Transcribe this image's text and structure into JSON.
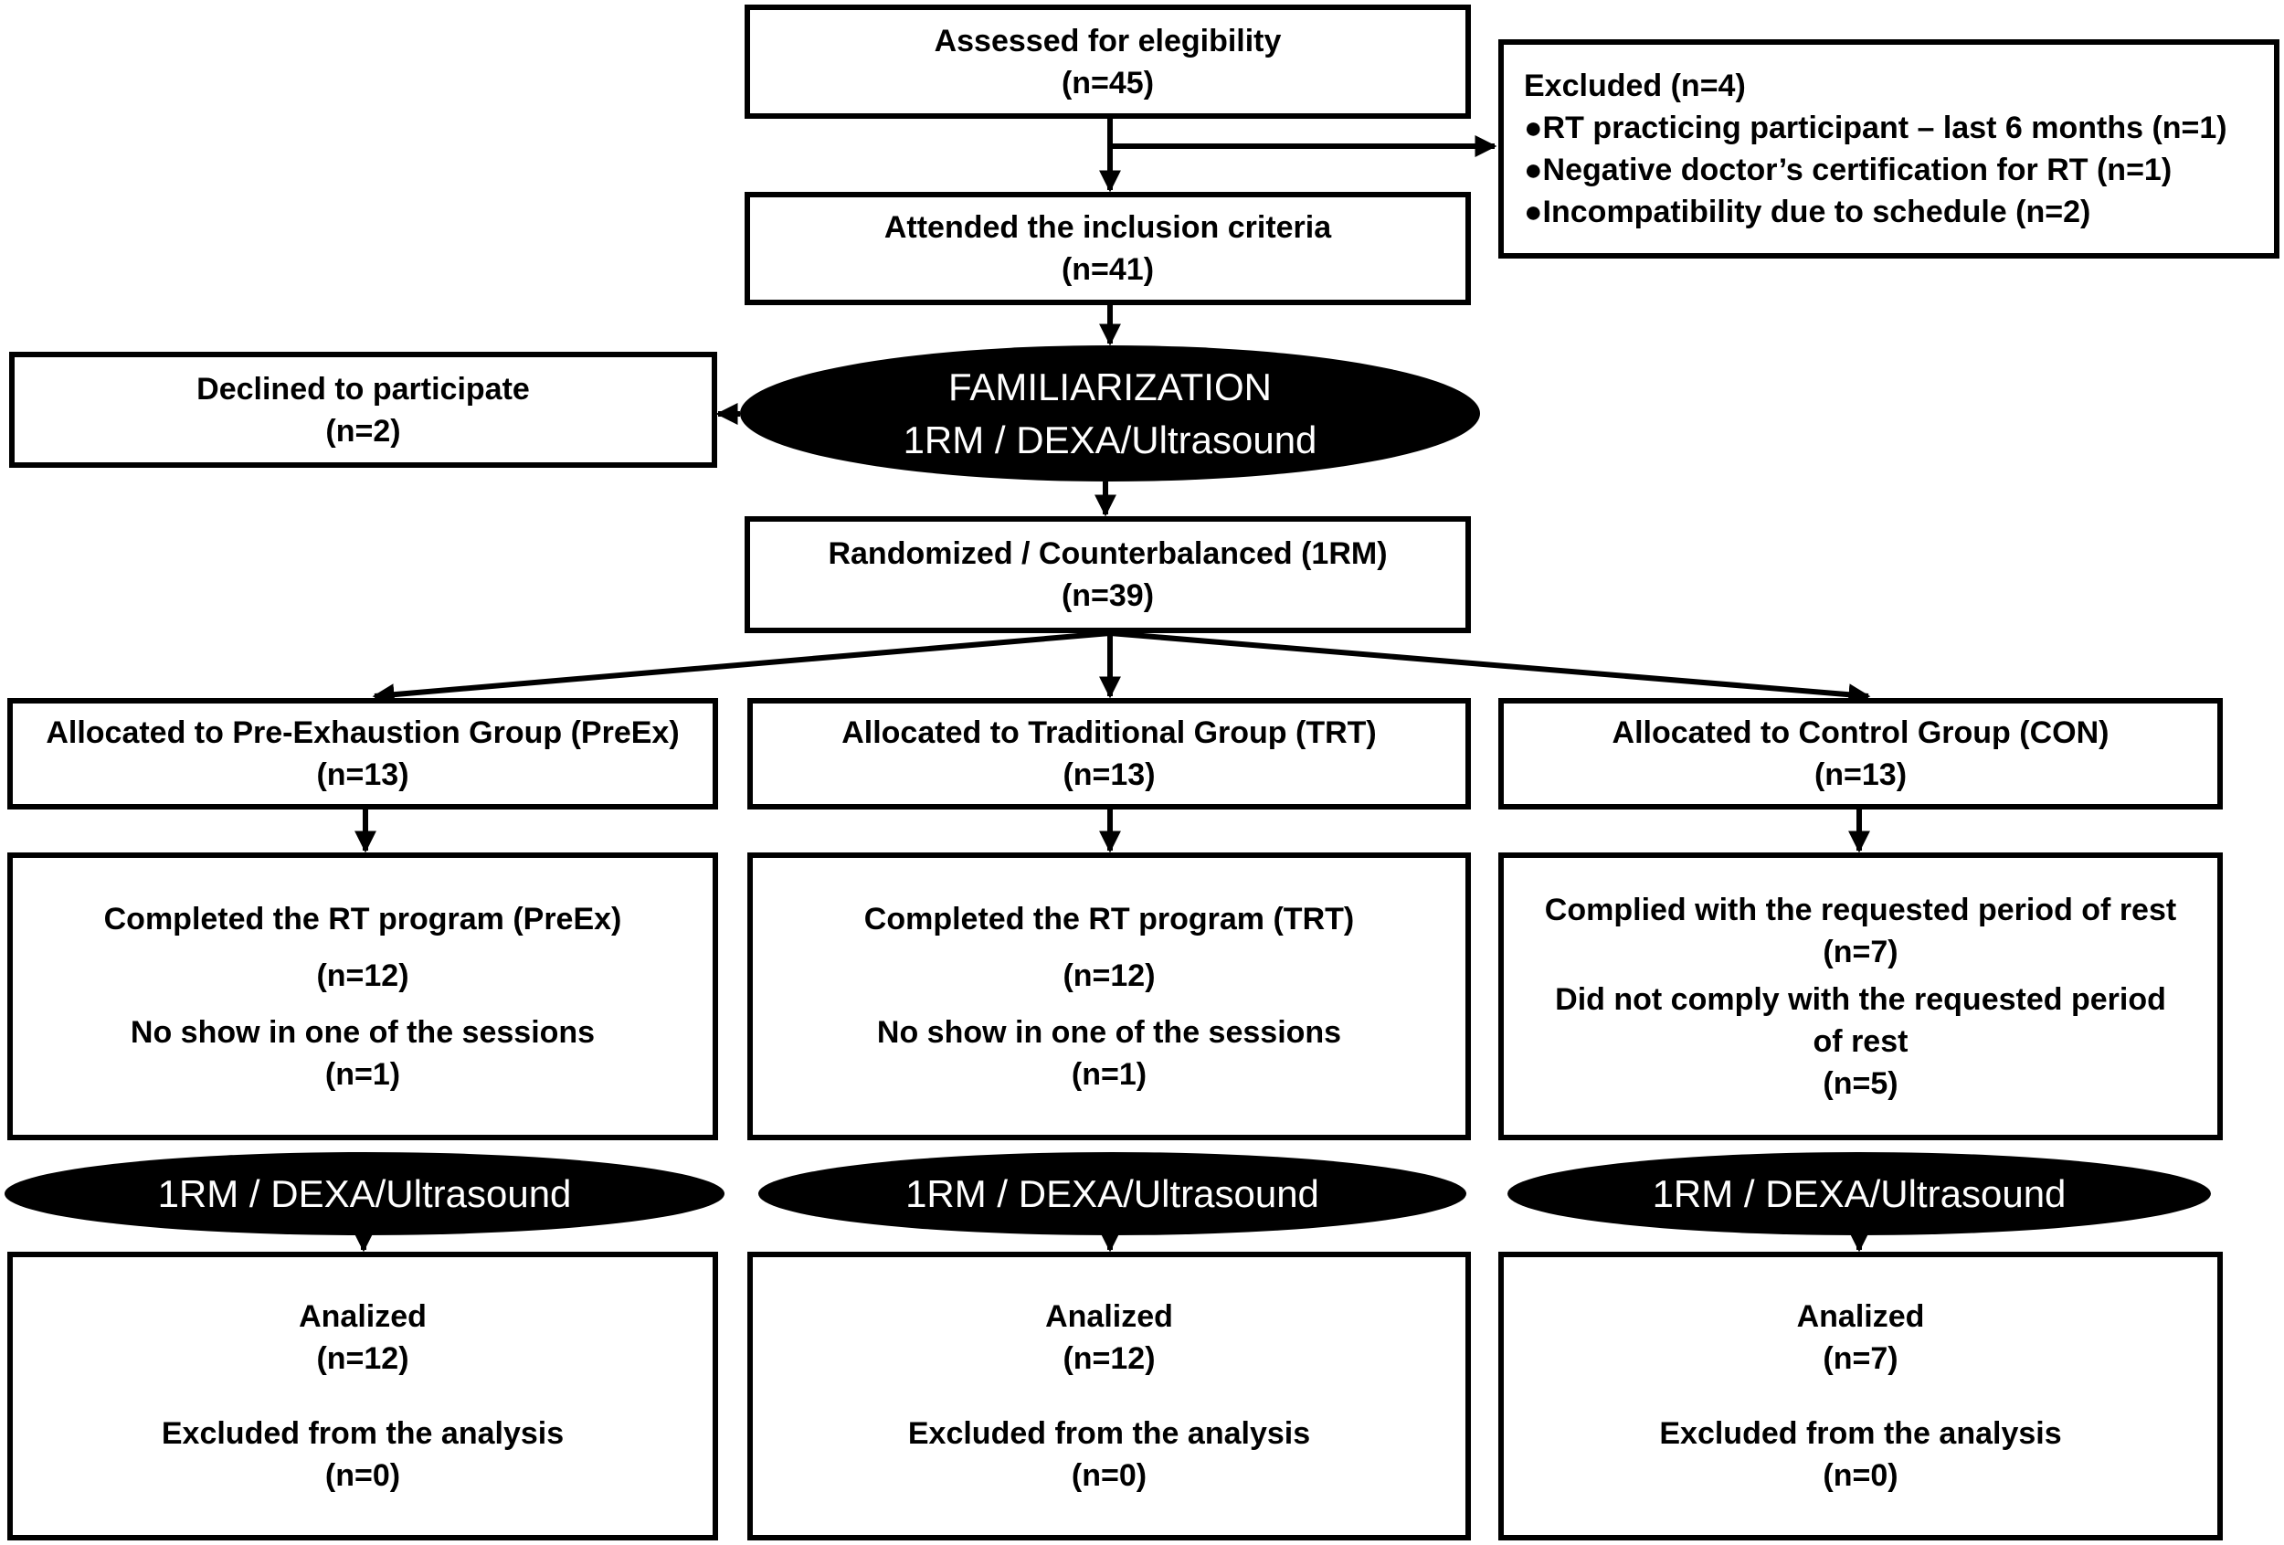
{
  "assessed": {
    "title": "Assessed for elegibility",
    "n": "(n=45)"
  },
  "excluded": {
    "title": "Excluded (n=4)",
    "items": [
      "RT practicing participant – last 6 months (n=1)",
      "Negative doctor’s certification for RT (n=1)",
      "Incompatibility due to schedule (n=2)"
    ],
    "bullet": "●"
  },
  "inclusion": {
    "title": "Attended the inclusion criteria",
    "n": "(n=41)"
  },
  "familiarization": {
    "line1": "FAMILIARIZATION",
    "line2": "1RM / DEXA/Ultrasound"
  },
  "declined": {
    "title": "Declined to participate",
    "n": "(n=2)"
  },
  "randomized": {
    "title": "Randomized / Counterbalanced (1RM)",
    "n": "(n=39)"
  },
  "groups": [
    {
      "allocated": {
        "title": "Allocated to Pre-Exhaustion Group (PreEx)",
        "n": "(n=13)"
      },
      "program": {
        "line1": "Completed the RT program  (PreEx)",
        "n1": "(n=12)",
        "line2": "No show in one of the sessions",
        "n2": "(n=1)"
      },
      "test": "1RM / DEXA/Ultrasound",
      "analysis": {
        "analized": "Analized",
        "n1": "(n=12)",
        "excluded": "Excluded from the analysis",
        "n2": "(n=0)"
      }
    },
    {
      "allocated": {
        "title": "Allocated to Traditional Group (TRT)",
        "n": "(n=13)"
      },
      "program": {
        "line1": "Completed the RT program (TRT)",
        "n1": "(n=12)",
        "line2": "No show in one of the sessions",
        "n2": "(n=1)"
      },
      "test": "1RM / DEXA/Ultrasound",
      "analysis": {
        "analized": "Analized",
        "n1": "(n=12)",
        "excluded": "Excluded from the analysis",
        "n2": "(n=0)"
      }
    },
    {
      "allocated": {
        "title": "Allocated to Control Group (CON)",
        "n": "(n=13)"
      },
      "program": {
        "line1": "Complied with the requested period of rest",
        "n1": "(n=7)",
        "line2a": "Did not comply with the requested period",
        "line2b": "of rest",
        "n2": "(n=5)"
      },
      "test": "1RM / DEXA/Ultrasound",
      "analysis": {
        "analized": "Analized",
        "n1": "(n=7)",
        "excluded": "Excluded from the analysis",
        "n2": "(n=0)"
      }
    }
  ]
}
